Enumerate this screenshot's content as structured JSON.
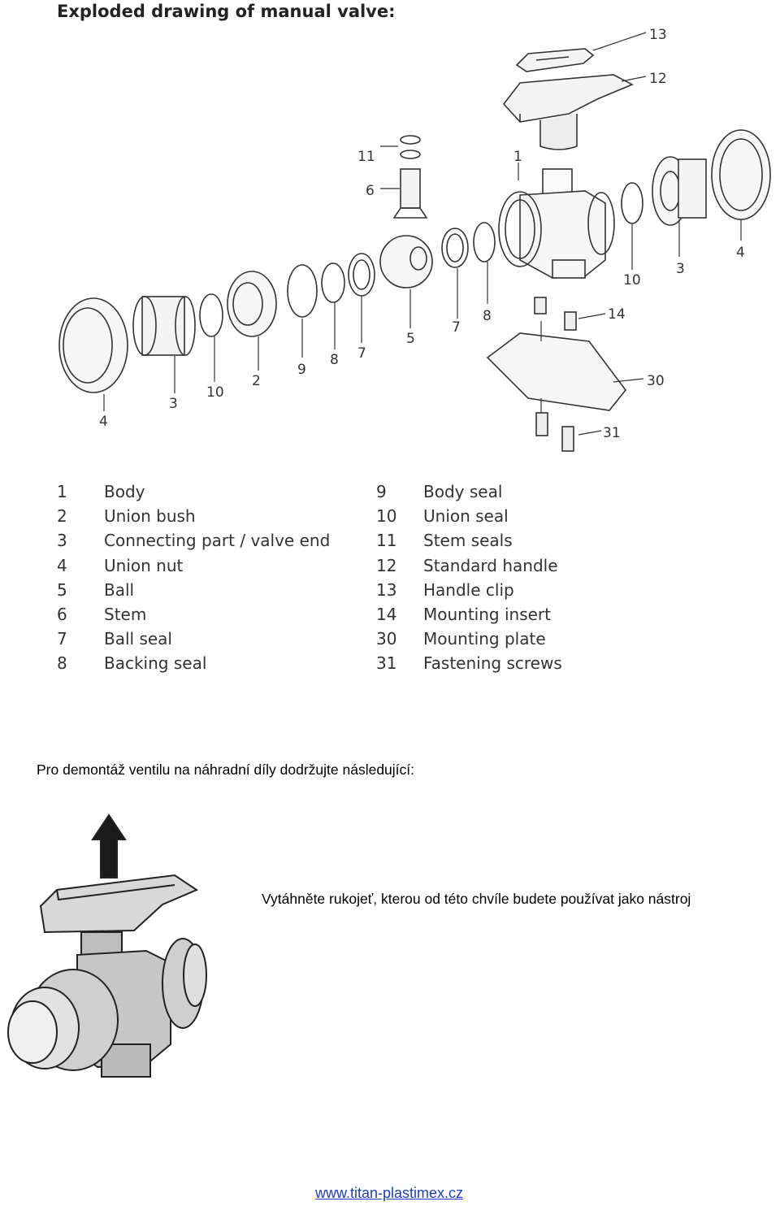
{
  "header": {
    "title": "Exploded drawing of manual valve:"
  },
  "diagram": {
    "callouts": [
      "13",
      "12",
      "1",
      "11",
      "6",
      "10",
      "3",
      "4",
      "14",
      "8",
      "7",
      "5",
      "9",
      "2",
      "30",
      "31"
    ]
  },
  "legend": {
    "left": [
      {
        "num": "1",
        "name": "Body"
      },
      {
        "num": "2",
        "name": "Union bush"
      },
      {
        "num": "3",
        "name": "Connecting part / valve end"
      },
      {
        "num": "4",
        "name": "Union nut"
      },
      {
        "num": "5",
        "name": "Ball"
      },
      {
        "num": "6",
        "name": "Stem"
      },
      {
        "num": "7",
        "name": "Ball seal"
      },
      {
        "num": "8",
        "name": "Backing seal"
      }
    ],
    "right": [
      {
        "num": "9",
        "name": "Body seal"
      },
      {
        "num": "10",
        "name": "Union seal"
      },
      {
        "num": "11",
        "name": "Stem seals"
      },
      {
        "num": "12",
        "name": "Standard handle"
      },
      {
        "num": "13",
        "name": "Handle clip"
      },
      {
        "num": "14",
        "name": "Mounting insert"
      },
      {
        "num": "30",
        "name": "Mounting plate"
      },
      {
        "num": "31",
        "name": "Fastening screws"
      }
    ]
  },
  "instructions": {
    "intro": "Pro demontáž ventilu na náhradní díly dodržujte následující:",
    "step1": "Vytáhněte rukojeť, kterou od této chvíle budete používat jako nástroj"
  },
  "footer": {
    "link": "www.titan-plastimex.cz"
  }
}
